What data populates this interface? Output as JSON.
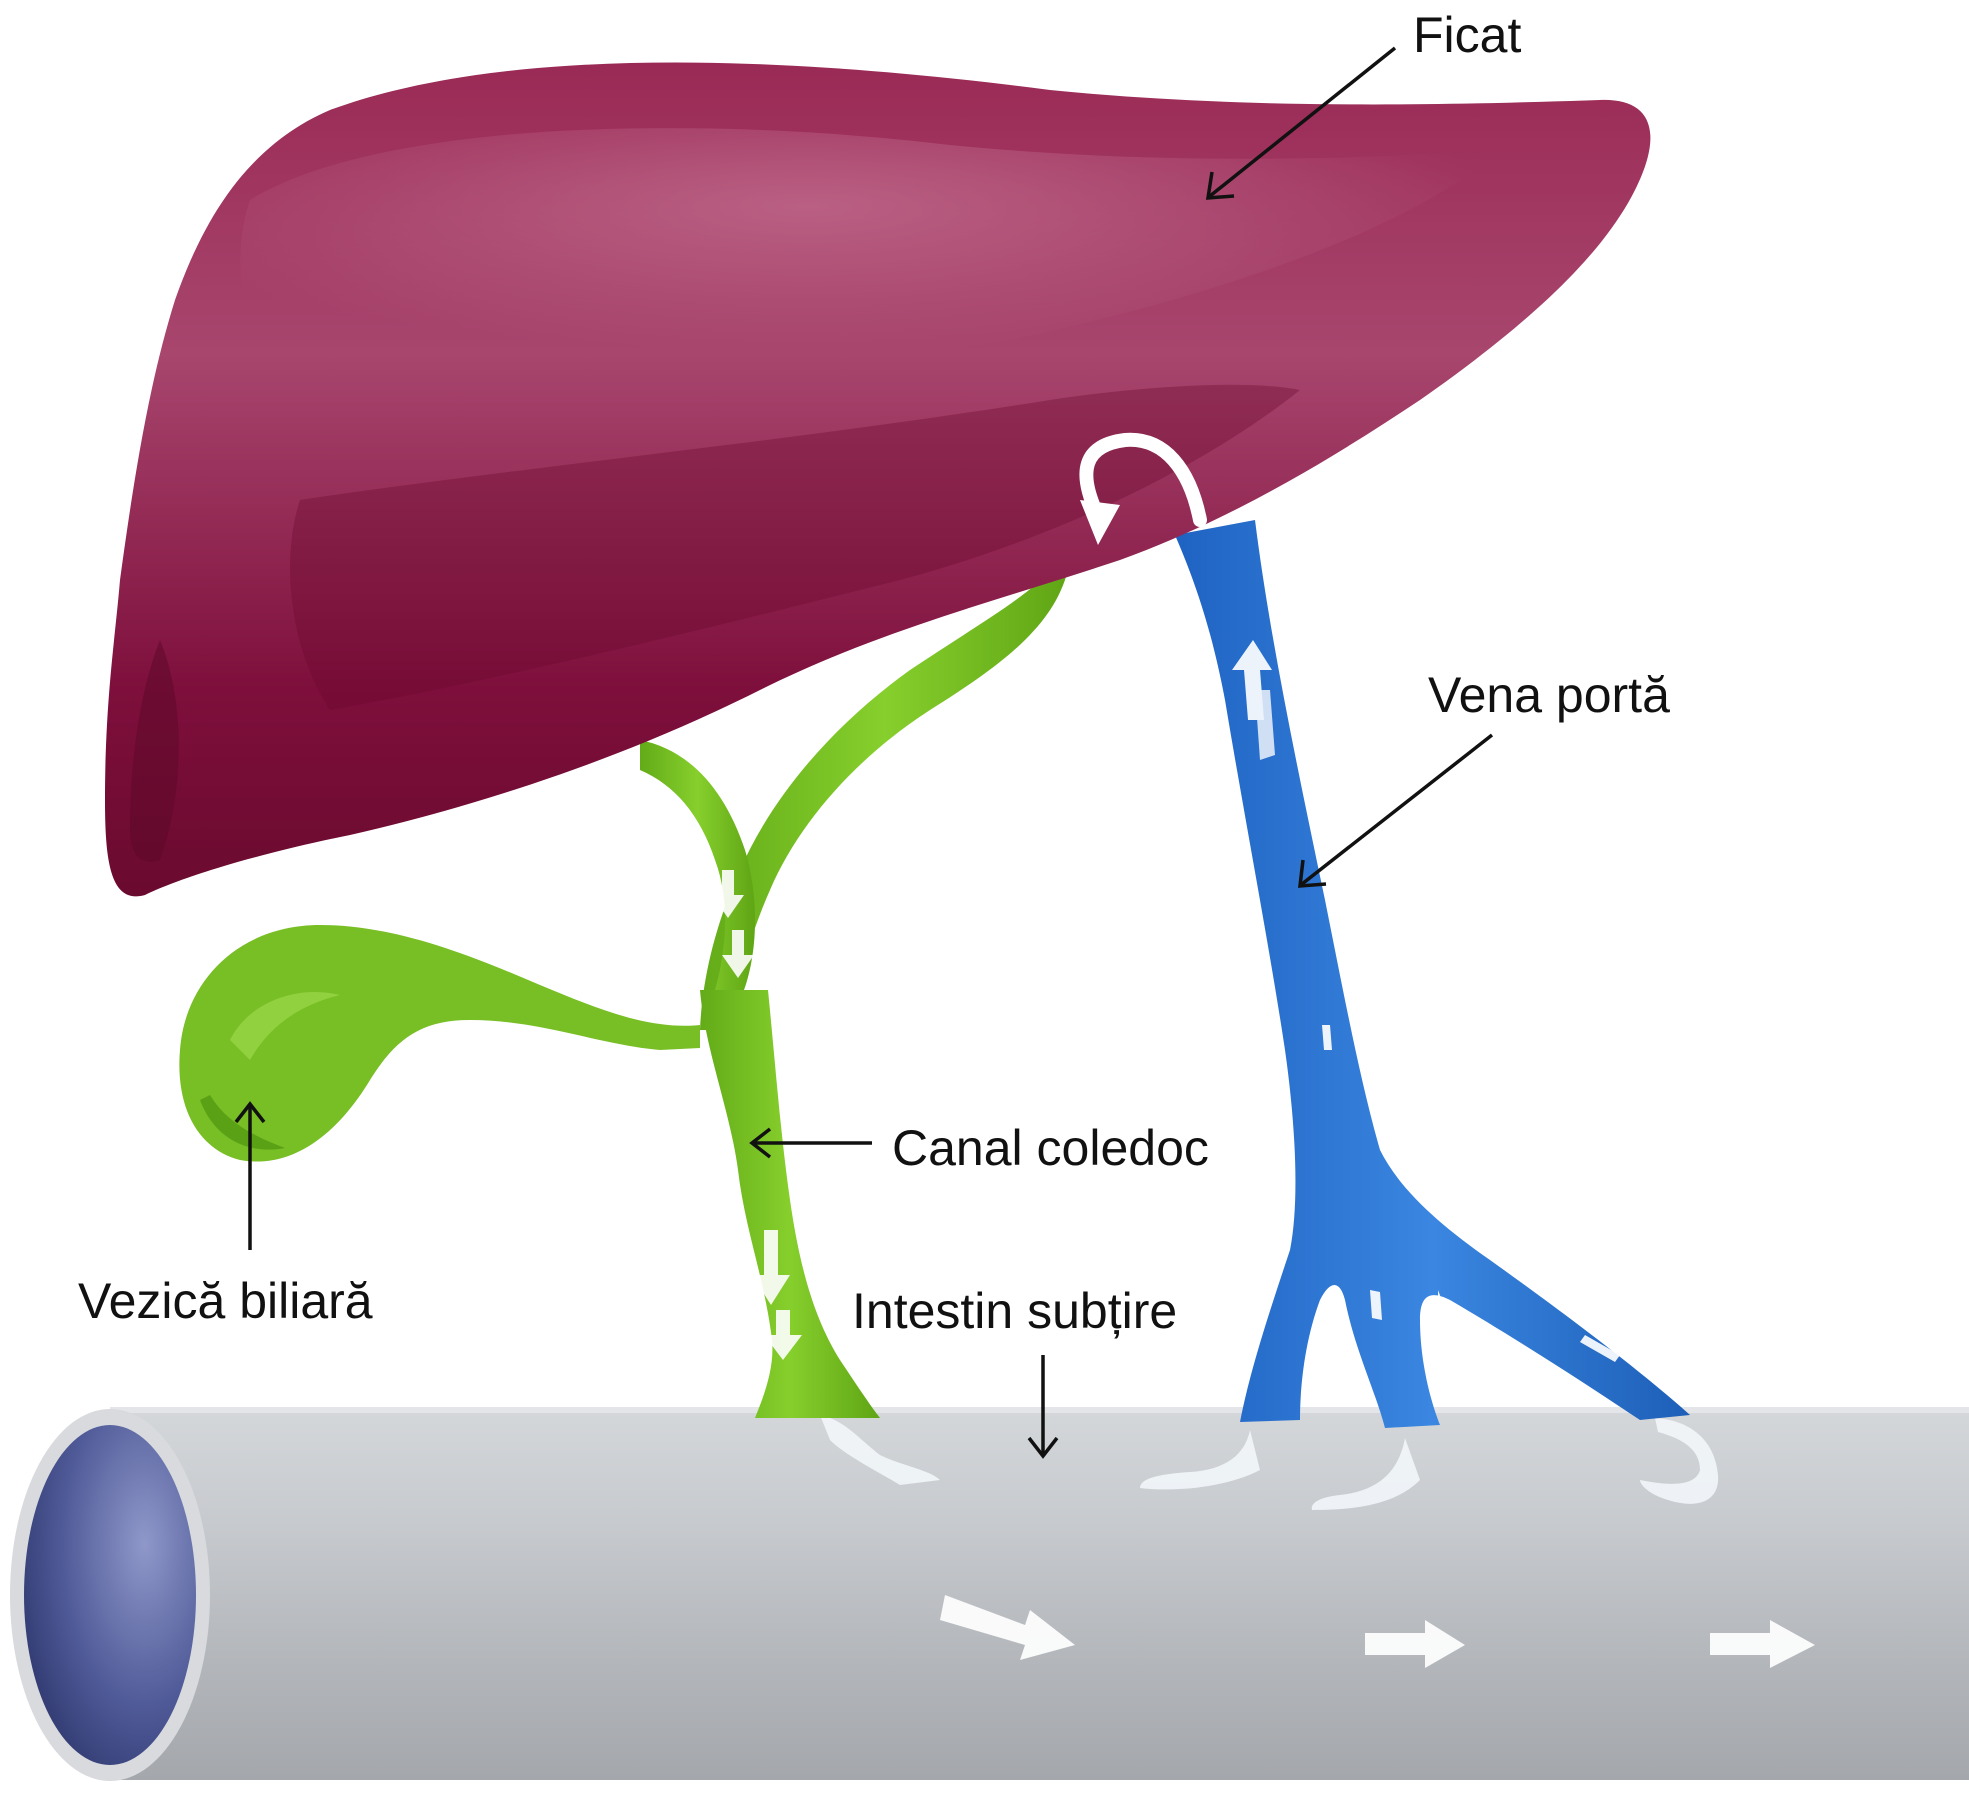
{
  "labels": {
    "liver": "Ficat",
    "portal_vein": "Vena portă",
    "bile_duct": "Canal coledoc",
    "gallbladder": "Vezică biliară",
    "small_intestine": "Intestin subțire"
  },
  "colors": {
    "liver": "#8E1F48",
    "liver_highlight": "#B4577A",
    "liver_shadow": "#6A0A2E",
    "bile": "#7CC424",
    "bile_dark": "#5FA515",
    "portal_vein": "#2D78D6",
    "portal_vein_dark": "#1D5FB8",
    "intestine": "#BFC2C6",
    "intestine_dark": "#A5A9AE",
    "intestine_lumen": "#5562A0",
    "flow_arrows": "#FFFFFF",
    "text": "#111111"
  }
}
